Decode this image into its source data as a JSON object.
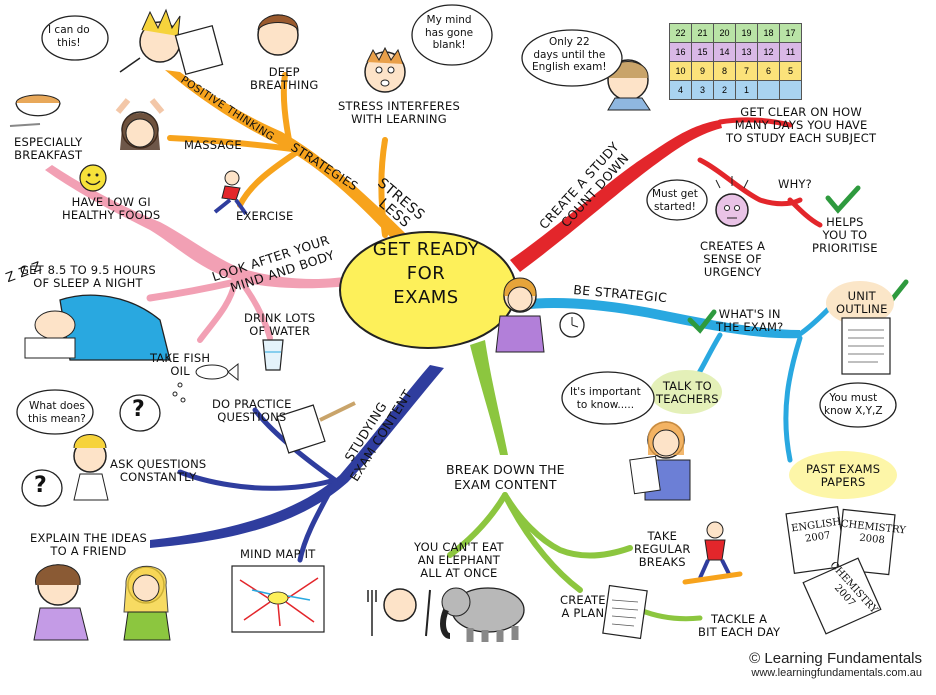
{
  "center": {
    "line1": "GET READY",
    "line2": "FOR",
    "line3": "EXAMS"
  },
  "branches": {
    "stress_less": {
      "title_line1": "STRESS",
      "title_line2": "LESS",
      "strategies": "STRATEGIES",
      "positive_thinking": "POSITIVE THINKING",
      "massage": "MASSAGE",
      "exercise": "EXERCISE",
      "deep_breathing_1": "DEEP",
      "deep_breathing_2": "BREATHING",
      "stress_1": "STRESS INTERFERES",
      "stress_2": "WITH LEARNING",
      "bubble_can_do_1": "I can do",
      "bubble_can_do_2": "this!",
      "bubble_blank_1": "My mind",
      "bubble_blank_2": "has gone",
      "bubble_blank_3": "blank!"
    },
    "look_after": {
      "title_line1": "LOOK AFTER YOUR",
      "title_line2": "MIND AND BODY",
      "breakfast_1": "ESPECIALLY",
      "breakfast_2": "BREAKFAST",
      "gi_1": "HAVE LOW GI",
      "gi_2": "HEALTHY FOODS",
      "sleep_1": "GET 8.5 TO 9.5 HOURS",
      "sleep_2": "OF SLEEP A NIGHT",
      "water_1": "DRINK LOTS",
      "water_2": "OF WATER",
      "fish_1": "TAKE FISH",
      "fish_2": "OIL",
      "snore": "Z Z Z"
    },
    "study_countdown": {
      "title_line1": "CREATE A STUDY",
      "title_line2": "COUNT DOWN",
      "clear_1": "GET CLEAR ON HOW",
      "clear_2": "MANY DAYS YOU HAVE",
      "clear_3": "TO STUDY EACH SUBJECT",
      "why": "WHY?",
      "urgency_1": "CREATES A",
      "urgency_2": "SENSE OF",
      "urgency_3": "URGENCY",
      "prioritise_1": "HELPS",
      "prioritise_2": "YOU TO",
      "prioritise_3": "PRIORITISE",
      "bubble_days_1": "Only 22",
      "bubble_days_2": "days until the",
      "bubble_days_3": "English exam!",
      "bubble_started_1": "Must get",
      "bubble_started_2": "started!"
    },
    "strategic": {
      "title": "BE STRATEGIC",
      "whats_1": "WHAT'S IN",
      "whats_2": "THE EXAM?",
      "unit_1": "UNIT",
      "unit_2": "OUTLINE",
      "know_1": "You must",
      "know_2": "know X,Y,Z",
      "teachers_1": "TALK TO",
      "teachers_2": "TEACHERS",
      "bubble_important_1": "It's important",
      "bubble_important_2": "to know.....",
      "past_1": "PAST EXAMS",
      "past_2": "PAPERS",
      "paper1_1": "ENGLISH",
      "paper1_2": "2007",
      "paper2_1": "CHEMISTRY",
      "paper2_2": "2008",
      "paper3_1": "CHEMISTRY",
      "paper3_2": "2007"
    },
    "break_down": {
      "title_1": "BREAK DOWN THE",
      "title_2": "EXAM CONTENT",
      "elephant_1": "YOU CAN'T EAT",
      "elephant_2": "AN ELEPHANT",
      "elephant_3": "ALL AT ONCE",
      "breaks_1": "TAKE",
      "breaks_2": "REGULAR",
      "breaks_3": "BREAKS",
      "plan_1": "CREATE",
      "plan_2": "A PLAN",
      "tackle_1": "TACKLE A",
      "tackle_2": "BIT EACH DAY"
    },
    "studying": {
      "title_line1": "STUDYING",
      "title_line2": "EXAM CONTENT",
      "practice_1": "DO PRACTICE",
      "practice_2": "QUESTIONS",
      "ask_1": "ASK QUESTIONS",
      "ask_2": "CONSTANTLY",
      "explain_1": "EXPLAIN THE IDEAS",
      "explain_2": "TO A FRIEND",
      "mindmap": "MIND MAP IT",
      "bubble_mean_1": "What does",
      "bubble_mean_2": "this mean?",
      "question_mark": "?"
    }
  },
  "calendar": {
    "rows": [
      [
        "22",
        "21",
        "20",
        "19",
        "18",
        "17"
      ],
      [
        "16",
        "15",
        "14",
        "13",
        "12",
        "11"
      ],
      [
        "10",
        "9",
        "8",
        "7",
        "6",
        "5"
      ],
      [
        "4",
        "3",
        "2",
        "1",
        "",
        ""
      ]
    ],
    "row_colors": [
      "#b9e3a6",
      "#d9b8e6",
      "#fbe27a",
      "#a9d3f0"
    ]
  },
  "credit": {
    "name": "© Learning Fundamentals",
    "url": "www.learningfundamentals.com.au"
  },
  "colors": {
    "stress": "#f7a31c",
    "look_after": "#f2a0b4",
    "countdown": "#e3262b",
    "strategic": "#29a8e0",
    "break_down": "#8cc63f",
    "studying": "#2f3d9e",
    "center_fill": "#fdf05a",
    "check": "#2e9a3e"
  }
}
